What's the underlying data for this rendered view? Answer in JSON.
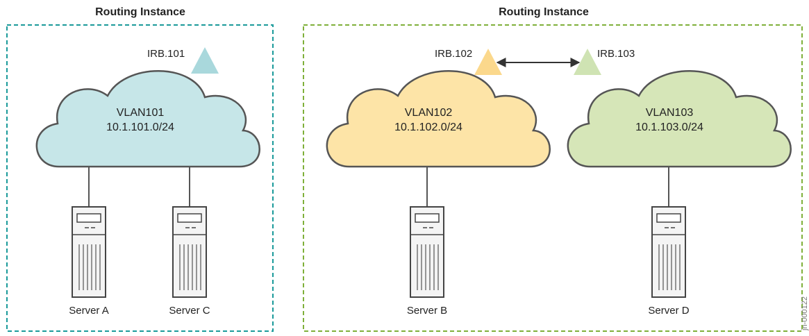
{
  "instances": [
    {
      "title": "Routing Instance",
      "border_color": "#1a9a9a"
    },
    {
      "title": "Routing Instance",
      "border_color": "#7fb03a"
    }
  ],
  "clouds": [
    {
      "vlan": "VLAN101",
      "subnet": "10.1.101.0/24",
      "fill": "#c6e6e8",
      "irb": "IRB.101",
      "irb_color": "#a9d8dc"
    },
    {
      "vlan": "VLAN102",
      "subnet": "10.1.102.0/24",
      "fill": "#fde4a7",
      "irb": "IRB.102",
      "irb_color": "#fbd88c"
    },
    {
      "vlan": "VLAN103",
      "subnet": "10.1.103.0/24",
      "fill": "#d6e6b8",
      "irb": "IRB.103",
      "irb_color": "#cfe3b3"
    }
  ],
  "servers": [
    {
      "label": "Server A"
    },
    {
      "label": "Server C"
    },
    {
      "label": "Server B"
    },
    {
      "label": "Server D"
    }
  ],
  "figure_id": "jn-000122"
}
